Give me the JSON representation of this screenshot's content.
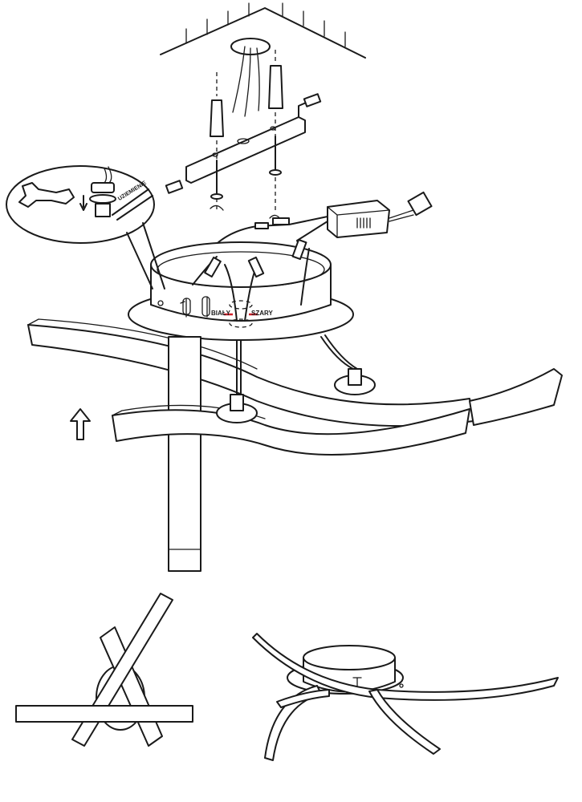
{
  "labels": {
    "ground": "UZIEMIENIE",
    "white": "BIAŁY",
    "grey": "SZARY"
  },
  "colors": {
    "line": "#1a1a1a",
    "wire_marker": "#d0202a"
  }
}
